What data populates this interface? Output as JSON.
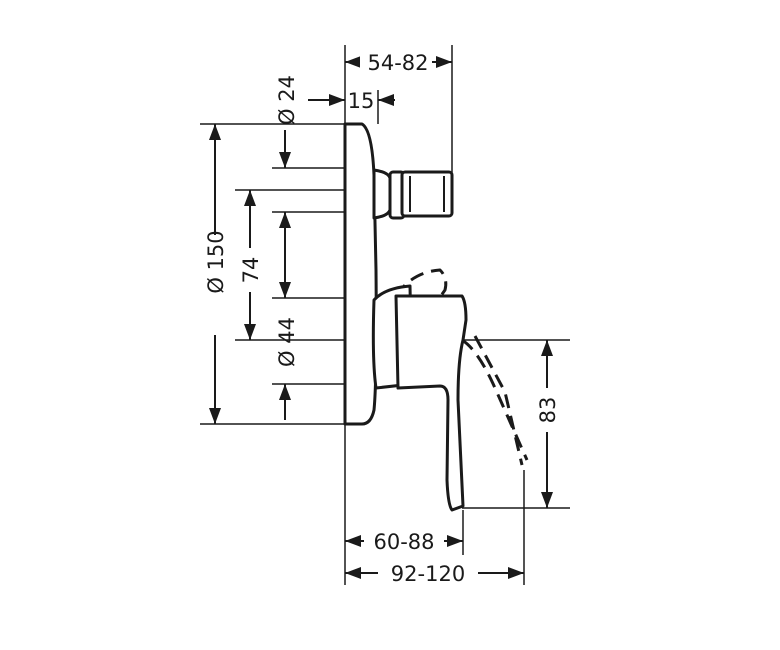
{
  "dimensions": {
    "total_depth": "54-82",
    "outlet_diameter": "Ø 24",
    "plate_offset": "15",
    "plate_diameter": "Ø 150",
    "outlet_spacing": "74",
    "handle_diameter": "Ø 44",
    "handle_height": "83",
    "handle_depth": "60-88",
    "handle_swing_depth": "92-120"
  }
}
